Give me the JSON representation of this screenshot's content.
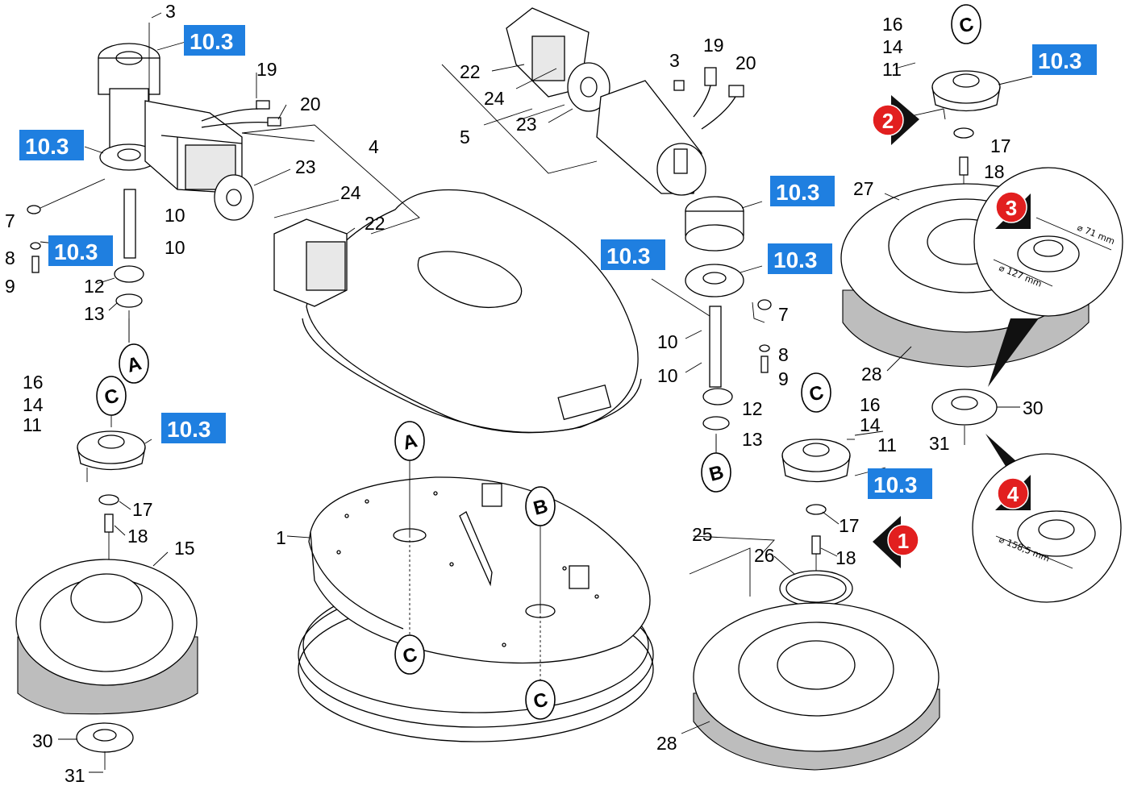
{
  "part_numbers": {
    "p1": "1",
    "p3a": "3",
    "p3b": "3",
    "p4": "4",
    "p5": "5",
    "p7a": "7",
    "p7b": "7",
    "p8a": "8",
    "p8b": "8",
    "p9a": "9",
    "p9b": "9",
    "p10a": "10",
    "p10b": "10",
    "p10c": "10",
    "p10d": "10",
    "p11a": "11",
    "p11b": "11",
    "p11c": "11",
    "p12a": "12",
    "p12b": "12",
    "p13a": "13",
    "p13b": "13",
    "p14a": "14",
    "p14b": "14",
    "p14c": "14",
    "p15": "15",
    "p16a": "16",
    "p16b": "16",
    "p16c": "16",
    "p17a": "17",
    "p17b": "17",
    "p17c": "17",
    "p18a": "18",
    "p18b": "18",
    "p18c": "18",
    "p19a": "19",
    "p19b": "19",
    "p20a": "20",
    "p20b": "20",
    "p22a": "22",
    "p22b": "22",
    "p23a": "23",
    "p23b": "23",
    "p24a": "24",
    "p24b": "24",
    "p25": "25",
    "p26": "26",
    "p27": "27",
    "p28a": "28",
    "p28b": "28",
    "p30a": "30",
    "p30b": "30",
    "p31a": "31",
    "p31b": "31"
  },
  "ref_badges": {
    "b1": "10.3",
    "b2": "10.3",
    "b3": "10.3",
    "b4": "10.3",
    "b5": "10.3",
    "b6": "10.3",
    "b7": "10.3",
    "b8": "10.3",
    "b9": "10.3"
  },
  "connectors": {
    "a1": "A",
    "a2": "A",
    "b1": "B",
    "b2": "B",
    "c1": "C",
    "c2": "C",
    "c3": "C",
    "c4": "C",
    "c5": "C"
  },
  "steps": {
    "s1": "1",
    "s2": "2",
    "s3": "3",
    "s4": "4"
  },
  "dimensions": {
    "d71": "⌀ 71 mm",
    "d127": "⌀ 127 mm",
    "d1585": "⌀ 158,5 mm"
  },
  "colors": {
    "badge": "#1f7fe0",
    "step": "#e21f1f"
  }
}
